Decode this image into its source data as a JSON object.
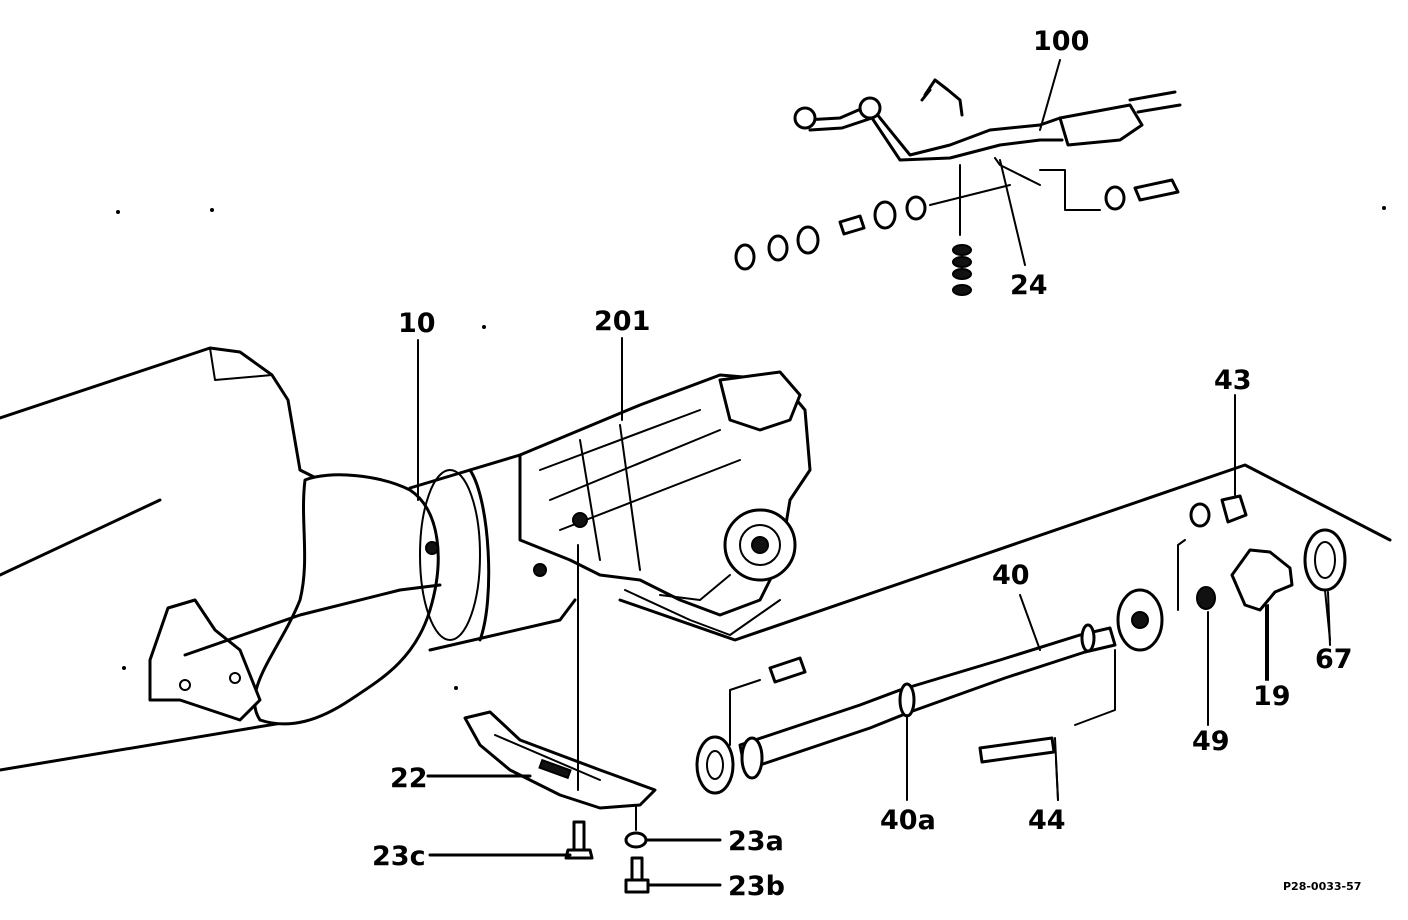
{
  "diagram": {
    "reference_code": "P28-0033-57",
    "callouts": [
      {
        "id": "100",
        "text": "100"
      },
      {
        "id": "24",
        "text": "24"
      },
      {
        "id": "10",
        "text": "10"
      },
      {
        "id": "201",
        "text": "201"
      },
      {
        "id": "43",
        "text": "43"
      },
      {
        "id": "40",
        "text": "40"
      },
      {
        "id": "67",
        "text": "67"
      },
      {
        "id": "19",
        "text": "19"
      },
      {
        "id": "49",
        "text": "49"
      },
      {
        "id": "44",
        "text": "44"
      },
      {
        "id": "40a",
        "text": "40a"
      },
      {
        "id": "22",
        "text": "22"
      },
      {
        "id": "23c",
        "text": "23c"
      },
      {
        "id": "23a",
        "text": "23a"
      },
      {
        "id": "23b",
        "text": "23b"
      }
    ]
  }
}
